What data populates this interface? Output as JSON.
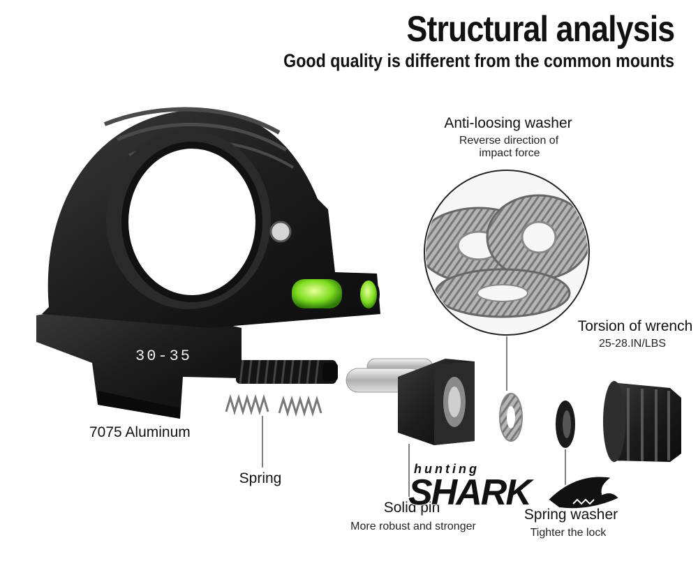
{
  "header": {
    "title": "Structural analysis",
    "subtitle": "Good quality is different from the common mounts"
  },
  "mount": {
    "engraving": "30-35"
  },
  "callouts": {
    "washer": {
      "title": "Anti-loosing washer",
      "line1": "Reverse direction of",
      "line2": "impact force"
    },
    "torsion": {
      "title": "Torsion of wrench",
      "value": "25-28.IN/LBS"
    },
    "aluminum": {
      "title": "7075 Aluminum"
    },
    "spring": {
      "title": "Spring"
    },
    "pin": {
      "title": "Solid pin",
      "desc": "More robust and stronger"
    },
    "spring_washer": {
      "title": "Spring washer",
      "desc": "Tighter the lock"
    }
  },
  "logo": {
    "small": "hunting",
    "big": "SHARK"
  },
  "colors": {
    "metal_black": "#1c1c1c",
    "bubble_green": "#7ddc1f",
    "steel": "#b8b8b8"
  }
}
